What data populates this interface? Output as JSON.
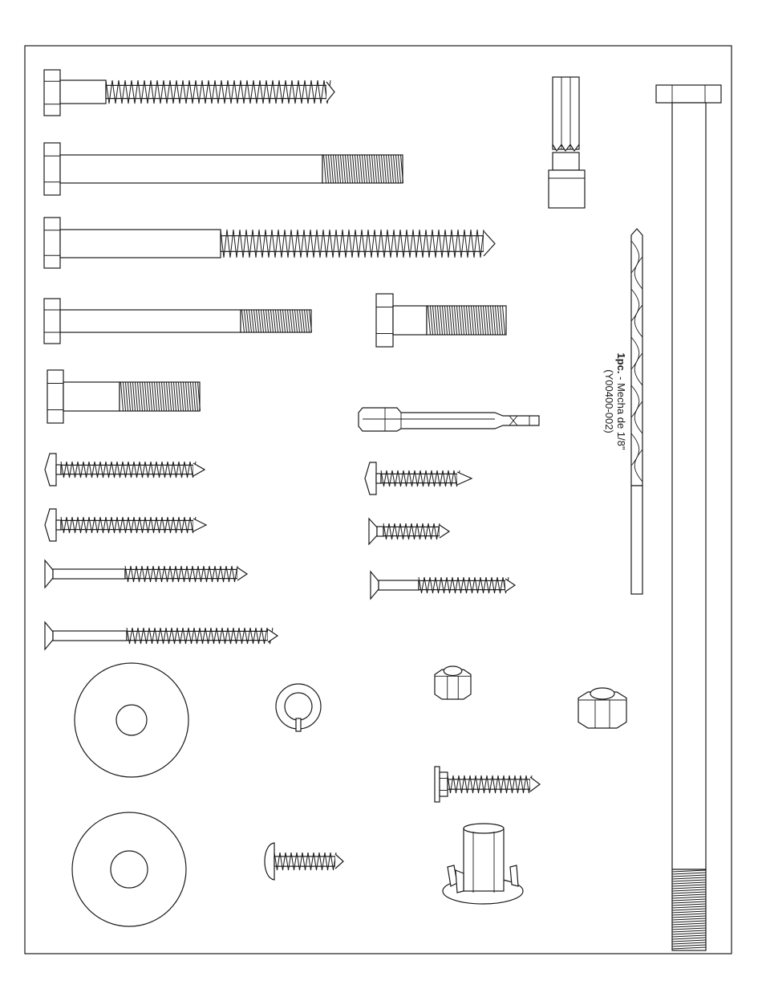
{
  "drill_bit_label": {
    "quantity": "1pc.",
    "separator": " - ",
    "name": "Mecha de 1/8\"",
    "part_number": "(Y00400-002)"
  },
  "colors": {
    "line": "#1a1a1a",
    "background": "#ffffff"
  },
  "icons": [
    "lag-bolt-icon",
    "hex-bolt-icon",
    "hex-socket-bit-icon",
    "long-hex-bolt-icon",
    "drill-bit-icon",
    "driver-bit-icon",
    "pan-head-screw-icon",
    "flat-head-screw-icon",
    "flat-washer-icon",
    "lock-washer-icon",
    "lock-nut-icon",
    "washer-head-screw-icon",
    "truss-head-screw-icon",
    "tee-nut-icon"
  ]
}
